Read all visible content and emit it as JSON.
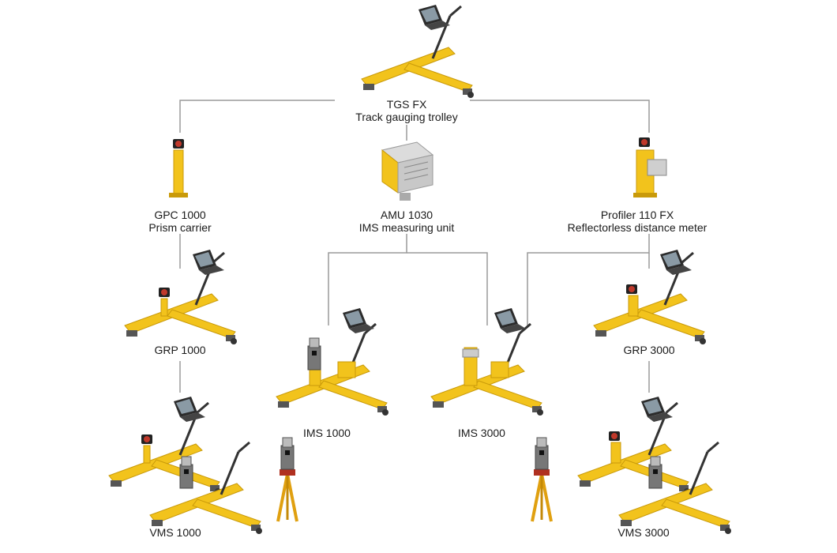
{
  "nodes": {
    "tgs_fx": {
      "title": "TGS FX",
      "subtitle": "Track gauging trolley",
      "icon": "track-trolley-with-laptop"
    },
    "gpc_1000": {
      "title": "GPC 1000",
      "subtitle": "Prism carrier",
      "icon": "prism-carrier"
    },
    "amu_1030": {
      "title": "AMU 1030",
      "subtitle": "IMS measuring unit",
      "icon": "measuring-unit-box"
    },
    "profiler_110": {
      "title": "Profiler 110 FX",
      "subtitle": "Reflectorless distance meter",
      "icon": "profiler-scanner"
    },
    "grp_1000": {
      "title": "GRP 1000",
      "icon": "trolley-with-prism"
    },
    "grp_3000": {
      "title": "GRP 3000",
      "icon": "trolley-with-prism"
    },
    "ims_1000": {
      "title": "IMS 1000",
      "icon": "trolley-with-total-station"
    },
    "ims_3000": {
      "title": "IMS 3000",
      "icon": "trolley-with-profiler"
    },
    "vms_1000": {
      "title": "VMS 1000",
      "icon": "trolley-pair-with-tripod"
    },
    "vms_3000": {
      "title": "VMS 3000",
      "icon": "trolley-pair-with-tripod"
    }
  },
  "colors": {
    "trolley_yellow": "#f2c31c",
    "trolley_shadow": "#c99a0a",
    "connector_gray": "#9a9a9a",
    "text": "#1a1a1a"
  }
}
